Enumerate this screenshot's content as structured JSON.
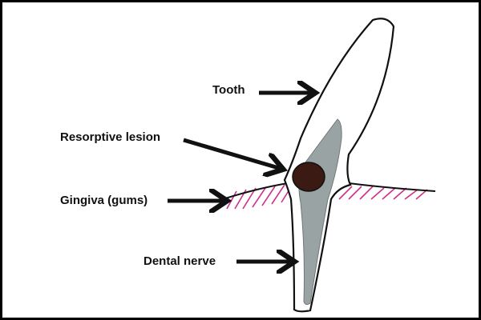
{
  "labels": {
    "tooth": "Tooth",
    "lesion": "Resorptive lesion",
    "gingiva": "Gingiva (gums)",
    "nerve": "Dental nerve"
  },
  "colors": {
    "outline": "#111111",
    "pulp": "#9aa3a3",
    "lesion": "#3a1a12",
    "gingiva": "#d0308a"
  }
}
